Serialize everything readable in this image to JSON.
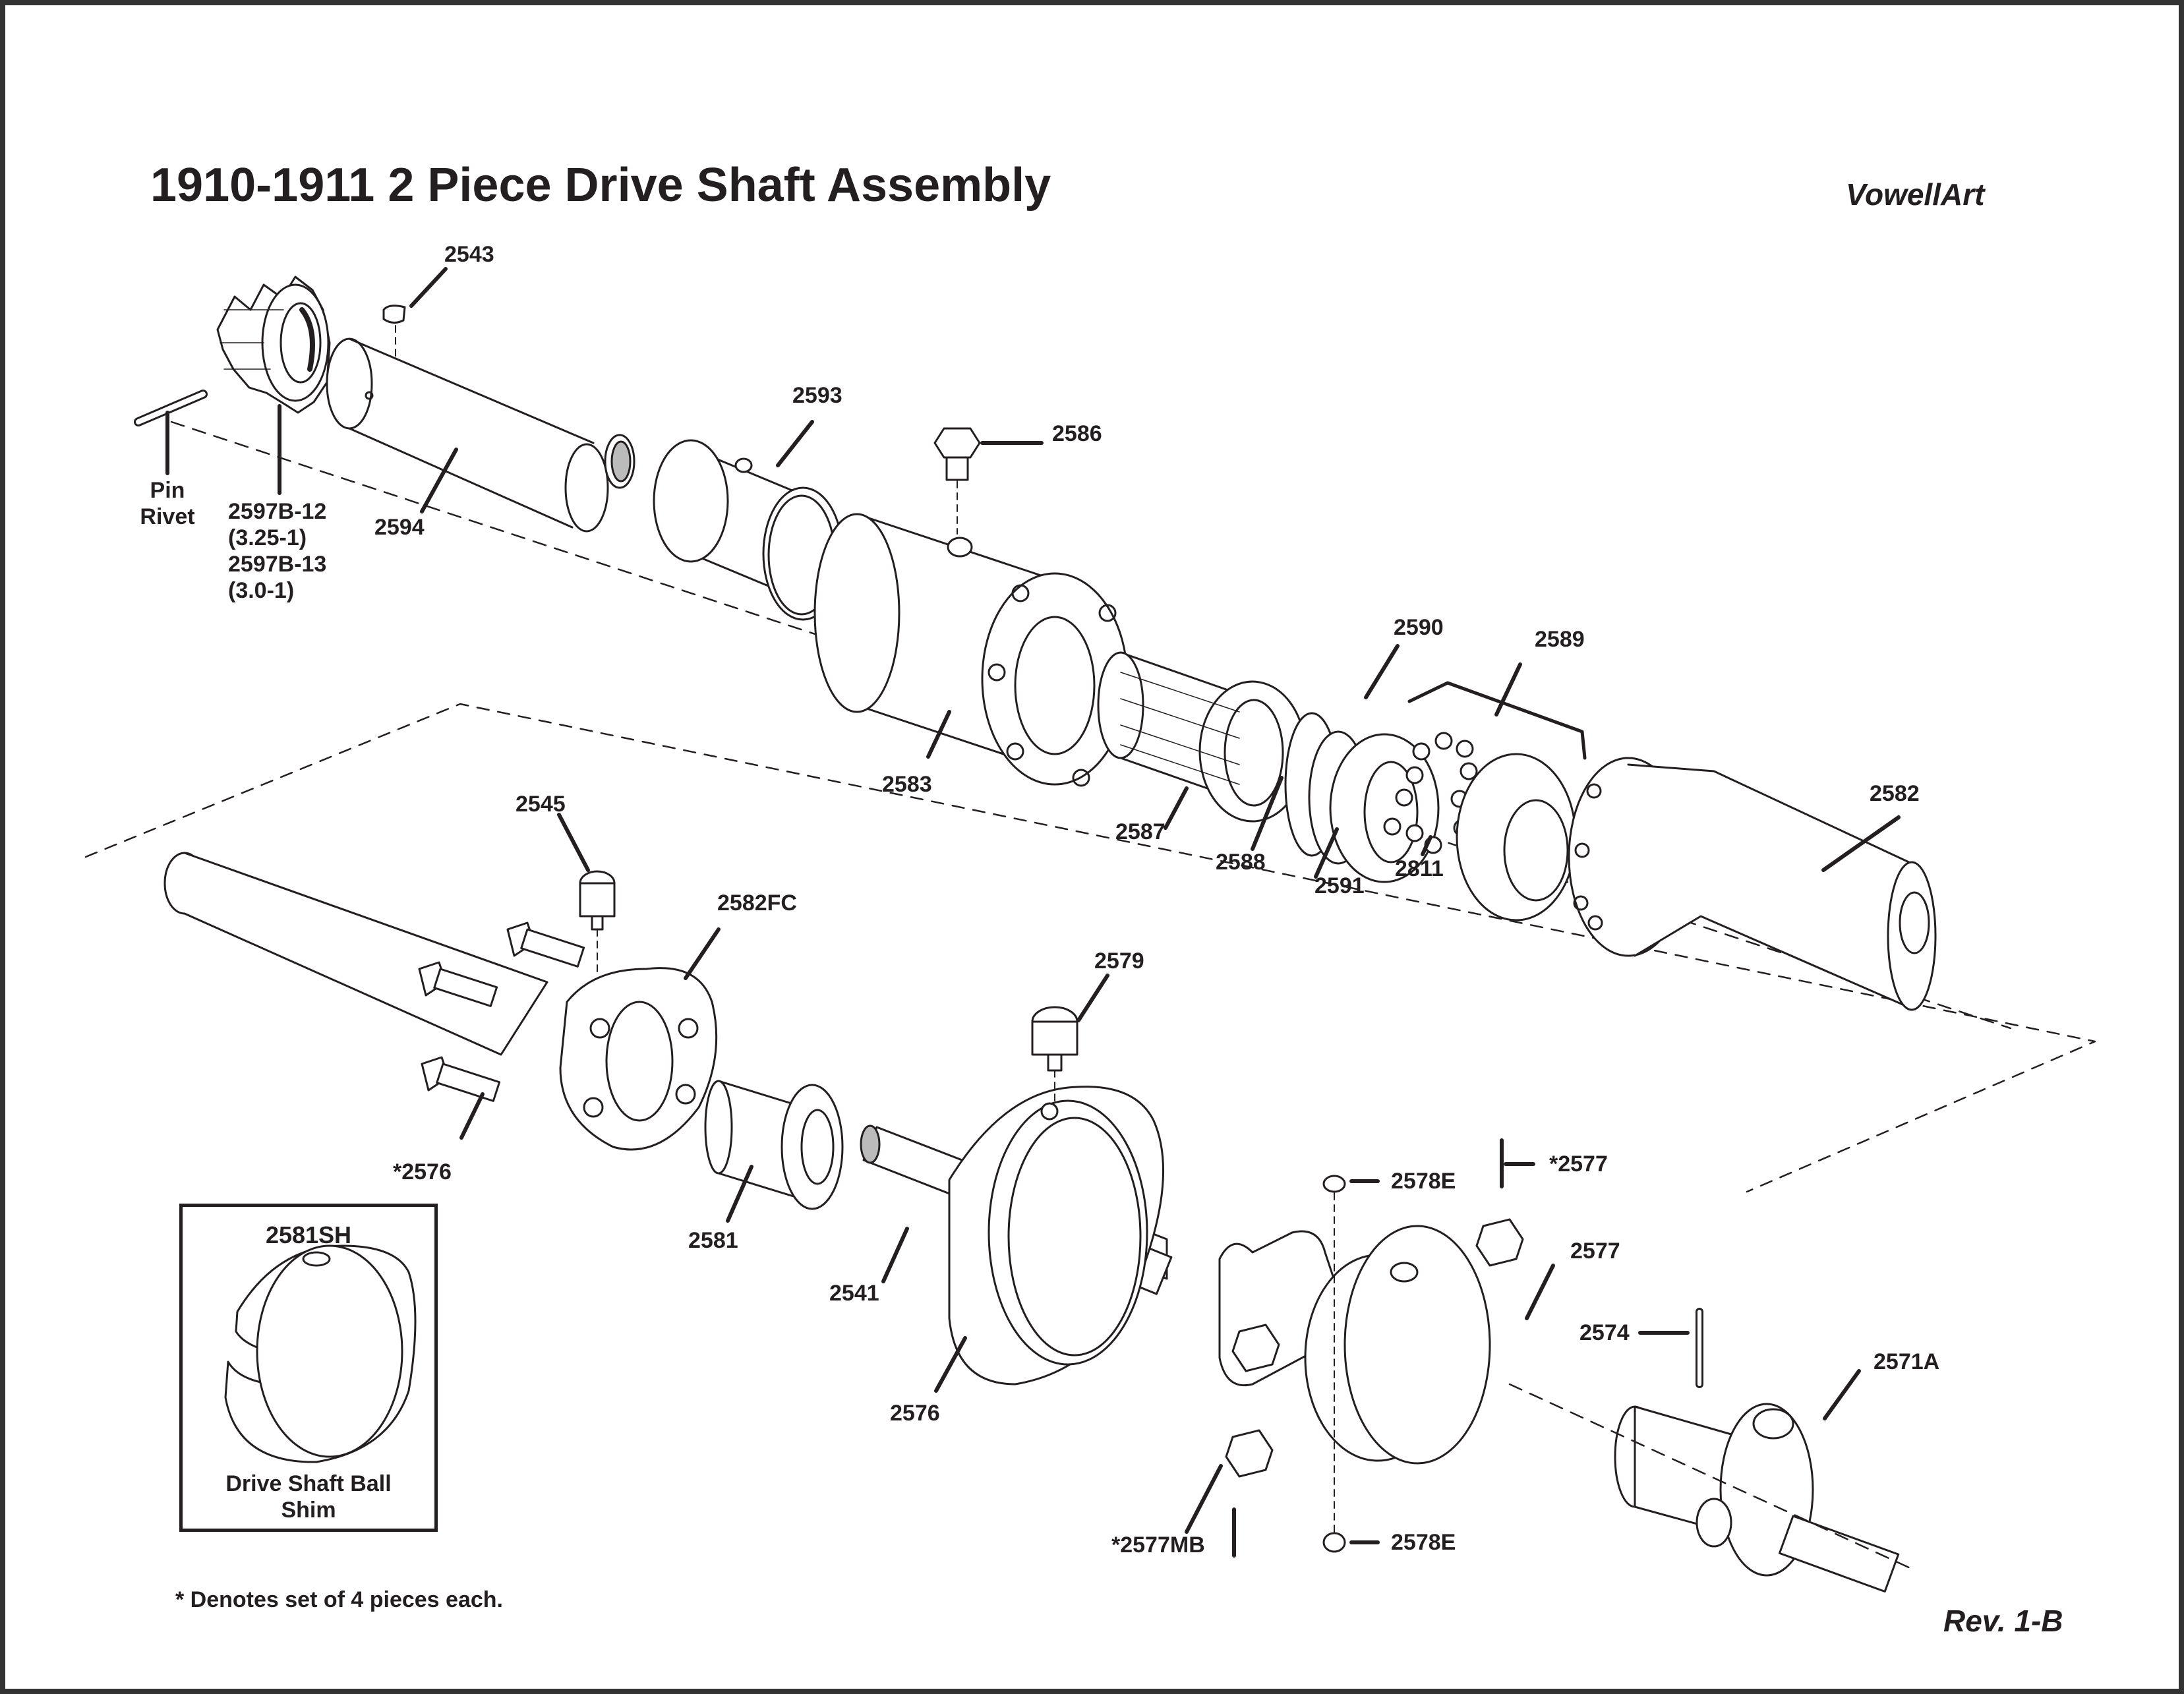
{
  "header": {
    "title": "1910-1911 2 Piece Drive Shaft Assembly",
    "brand": "VowellArt"
  },
  "parts": {
    "p2543": "2543",
    "pin_line1": "Pin",
    "pin_line2": "Rivet",
    "p2597_l1": "2597B-12",
    "p2597_l2": "(3.25-1)",
    "p2597_l3": "2597B-13",
    "p2597_l4": "(3.0-1)",
    "p2594": "2594",
    "p2593": "2593",
    "p2586": "2586",
    "p2583": "2583",
    "p2587": "2587",
    "p2588": "2588",
    "p2590": "2590",
    "p2591": "2591",
    "p2589": "2589",
    "p2811": "2811",
    "p2582": "2582",
    "p2545": "2545",
    "p2582FC": "2582FC",
    "p2579": "2579",
    "p2576_star": "*2576",
    "p2581": "2581",
    "p2541": "2541",
    "p2576": "2576",
    "p2578E_top": "2578E",
    "p2577_star": "*2577",
    "p2577": "2577",
    "p2574": "2574",
    "p2571A": "2571A",
    "p2577MB": "*2577MB",
    "p2578E_bottom": "2578E"
  },
  "inset": {
    "part": "2581SH",
    "caption_line1": "Drive Shaft Ball",
    "caption_line2": "Shim"
  },
  "footer": {
    "note": "* Denotes set of 4 pieces each.",
    "revision": "Rev. 1-B"
  }
}
